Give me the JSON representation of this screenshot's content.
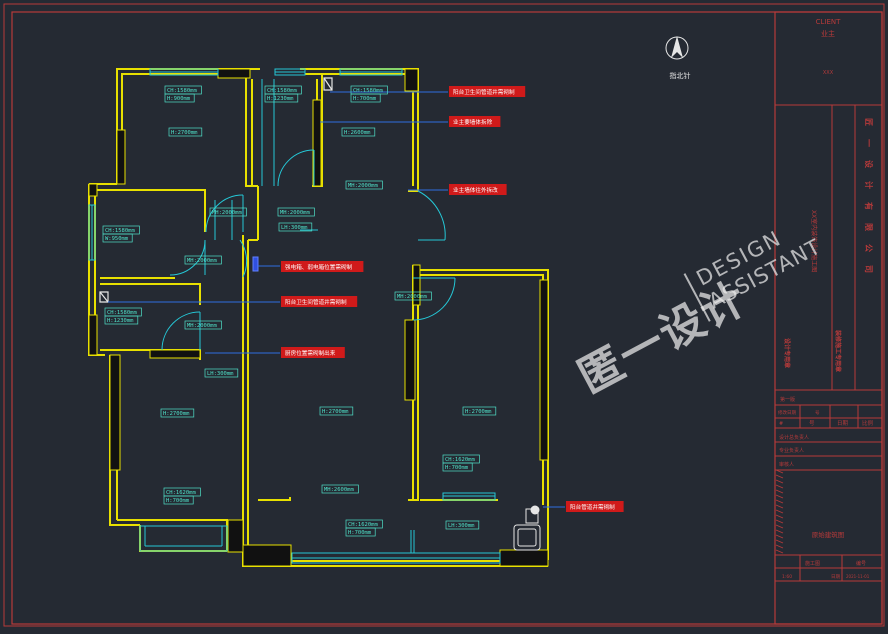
{
  "drawing": {
    "north_label": "指北针",
    "rooms": [
      {
        "id": "bed-nw",
        "labels": [
          "CH:1580mm",
          "H:900mm"
        ]
      },
      {
        "id": "bed-nw-h",
        "labels": [
          "H:2700mm"
        ]
      },
      {
        "id": "bath-n",
        "labels": [
          "CH:1580mm",
          "H:1230mm"
        ]
      },
      {
        "id": "kit-ne",
        "labels": [
          "CH:1580mm",
          "H:700mm"
        ]
      },
      {
        "id": "kit-ne-h",
        "labels": [
          "H:2600mm"
        ]
      },
      {
        "id": "mh-ne",
        "labels": [
          "MH:2000mm"
        ]
      },
      {
        "id": "mh-hall",
        "labels": [
          "MH:2000mm"
        ]
      },
      {
        "id": "mh-bath",
        "labels": [
          "MH:2000mm"
        ]
      },
      {
        "id": "lh-hall",
        "labels": [
          "LH:300mm"
        ]
      },
      {
        "id": "study-w",
        "labels": [
          "CH:1580mm",
          "W:950mm"
        ]
      },
      {
        "id": "mh-study",
        "labels": [
          "MH:2000mm"
        ]
      },
      {
        "id": "bath-w",
        "labels": [
          "CH:1580mm",
          "H:1230mm"
        ]
      },
      {
        "id": "mh-bath-w",
        "labels": [
          "MH:2000mm"
        ]
      },
      {
        "id": "lh-w",
        "labels": [
          "LH:300mm"
        ]
      },
      {
        "id": "mh-e",
        "labels": [
          "MH:2000mm"
        ]
      },
      {
        "id": "bed-sw-h",
        "labels": [
          "H:2700mm"
        ]
      },
      {
        "id": "bed-sw-ch",
        "labels": [
          "CH:1620mm",
          "H:700mm"
        ]
      },
      {
        "id": "living-h",
        "labels": [
          "H:2700mm"
        ]
      },
      {
        "id": "living-mh",
        "labels": [
          "MH:2600mm"
        ]
      },
      {
        "id": "living-ch",
        "labels": [
          "CH:1620mm",
          "H:700mm"
        ]
      },
      {
        "id": "living-lh",
        "labels": [
          "LH:300mm"
        ]
      },
      {
        "id": "bed-e-h",
        "labels": [
          "H:2700mm"
        ]
      },
      {
        "id": "bed-e-ch",
        "labels": [
          "CH:1620mm",
          "H:700mm"
        ]
      }
    ],
    "annotations": [
      {
        "id": "a1",
        "text": "阳台卫生间管道井需砌制"
      },
      {
        "id": "a2",
        "text": "业主要墙体拆除"
      },
      {
        "id": "a3",
        "text": "业主墙体往外拆改"
      },
      {
        "id": "a4",
        "text": "强电箱、弱电箱位置需砌制"
      },
      {
        "id": "a5",
        "text": "阳台卫生间管道井需砌制"
      },
      {
        "id": "a6",
        "text": "厨房位置需砌制出来"
      },
      {
        "id": "a7",
        "text": "阳台管道井需砌制"
      }
    ]
  },
  "watermark": {
    "brand": "匿一设计",
    "line1": "DESIGN",
    "line2": "ASSISTANT"
  },
  "title_block": {
    "client_label": "CLIENT",
    "client_cn": "业主",
    "client_value": "XXX",
    "project_name": "XX室内装饰设计施工图",
    "company_title": "匠一设计有限公司",
    "stamp_a": "设计专用章",
    "stamp_b": "装修施工专用章",
    "version_label": "第一版",
    "ver_col1": "修改日期",
    "ver_col2": "号",
    "ver_col3": "日期",
    "ver_col4": "比例",
    "person_1": "设计总负责人",
    "person_2": "专业负责人",
    "person_3": "审核人",
    "drawing_title": "原始建筑图",
    "sheet_label": "施工图",
    "sheet_no_label": "编号",
    "scale": "1:60",
    "date_label": "日期",
    "date_value": "2021-11-01"
  },
  "colors": {
    "background": "#252a33",
    "frame": "#b73a3a",
    "wall": "#e8e000",
    "window": "#25c7d6",
    "label_text": "#4fe0c8",
    "annotation_fill": "#d01a1a",
    "leader": "#2f6fe0"
  }
}
